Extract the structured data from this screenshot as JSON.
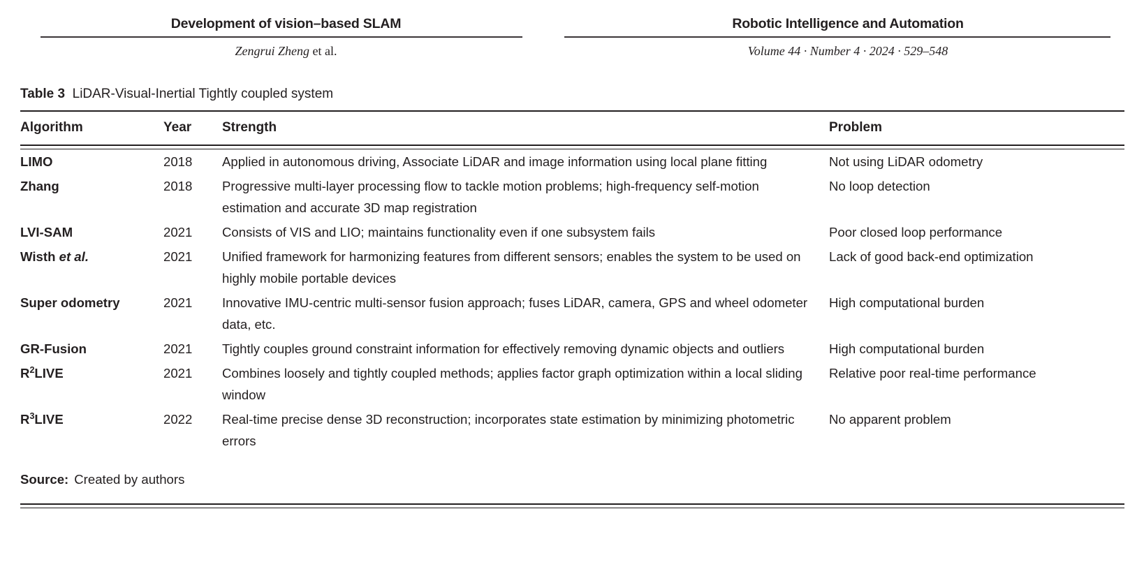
{
  "running_head": {
    "left_title": "Development of vision–based SLAM",
    "left_authors_italic": "Zengrui Zheng",
    "left_authors_suffix": "et al.",
    "right_title": "Robotic Intelligence and Automation",
    "right_citation": "Volume 44 · Number 4 · 2024 · 529–548"
  },
  "table": {
    "caption_label": "Table 3",
    "caption_text": "LiDAR-Visual-Inertial Tightly coupled system",
    "columns": [
      "Algorithm",
      "Year",
      "Strength",
      "Problem"
    ],
    "rows": [
      {
        "algorithm": "LIMO",
        "year": "2018",
        "strength": "Applied in autonomous driving, Associate LiDAR and image information using local plane fitting",
        "problem": "Not using LiDAR odometry"
      },
      {
        "algorithm": "Zhang",
        "year": "2018",
        "strength": "Progressive multi-layer processing flow to tackle motion problems; high-frequency self-motion estimation and accurate 3D map registration",
        "problem": "No loop detection"
      },
      {
        "algorithm": "LVI-SAM",
        "year": "2021",
        "strength": "Consists of VIS and LIO; maintains functionality even if one subsystem fails",
        "problem": "Poor closed loop performance"
      },
      {
        "algorithm": "Wisth et al.",
        "algorithm_plain": "Wisth ",
        "algorithm_italic": "et al.",
        "year": "2021",
        "strength": "Unified framework for harmonizing features from different sensors; enables the system to be used on highly mobile portable devices",
        "problem": "Lack of good back-end optimization"
      },
      {
        "algorithm": "Super odometry",
        "year": "2021",
        "strength": "Innovative IMU-centric multi-sensor fusion approach; fuses LiDAR, camera, GPS and wheel odometer data, etc.",
        "problem": "High computational burden"
      },
      {
        "algorithm": "GR-Fusion",
        "year": "2021",
        "strength": "Tightly couples ground constraint information for effectively removing dynamic objects and outliers",
        "problem": "High computational burden"
      },
      {
        "algorithm": "R2LIVE",
        "algorithm_base": "R",
        "algorithm_sup": "2",
        "algorithm_tail": "LIVE",
        "year": "2021",
        "strength": "Combines loosely and tightly coupled methods; applies factor graph optimization within a local sliding window",
        "problem": "Relative poor real-time performance"
      },
      {
        "algorithm": "R3LIVE",
        "algorithm_base": "R",
        "algorithm_sup": "3",
        "algorithm_tail": "LIVE",
        "year": "2022",
        "strength": "Real-time precise dense 3D reconstruction; incorporates state estimation by minimizing photometric errors",
        "problem": "No apparent problem"
      }
    ],
    "source_label": "Source:",
    "source_value": "Created by authors"
  },
  "colors": {
    "text": "#231f20",
    "rule": "#231f20",
    "runhead_rule": "#3a3538",
    "background": "#ffffff"
  }
}
